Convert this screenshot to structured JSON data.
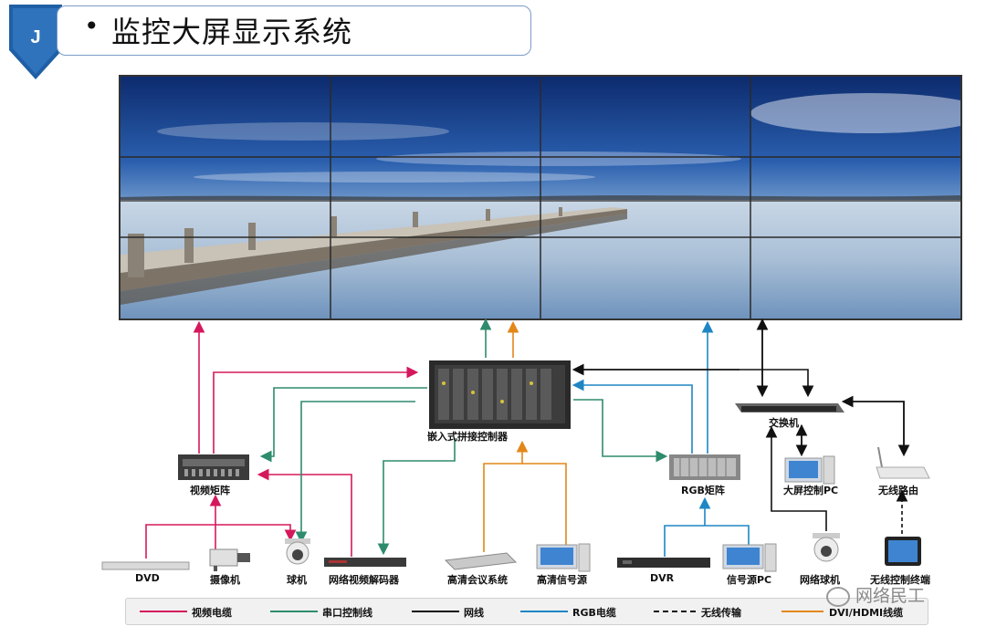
{
  "header": {
    "badge_letter": "J",
    "bullet": "•",
    "title": "监控大屏显示系统"
  },
  "colors": {
    "video": "#d5185c",
    "serial": "#2e8b6e",
    "network": "#111111",
    "rgb": "#1f86c4",
    "dvi": "#e3871a",
    "badge": "#1f5fa5"
  },
  "devices": {
    "controller": "嵌入式拼接控制器",
    "video_matrix": "视频矩阵",
    "rgb_matrix": "RGB矩阵",
    "switch": "交换机",
    "screen_pc": "大屏控制PC",
    "router": "无线路由",
    "dvd": "DVD",
    "camera": "摄像机",
    "dome1": "球机",
    "decoder": "网络视频解码器",
    "conference": "高清会议系统",
    "hd_source": "高清信号源",
    "dvr": "DVR",
    "signal_pc": "信号源PC",
    "dome2": "网络球机",
    "wireless_terminal": "无线控制终端"
  },
  "legend": {
    "video": "视频电缆",
    "serial": "串口控制线",
    "network": "网线",
    "rgb": "RGB电缆",
    "wireless": "无线传输",
    "dvi": "DVI/HDMI线缆"
  },
  "watermark": "网络民工"
}
